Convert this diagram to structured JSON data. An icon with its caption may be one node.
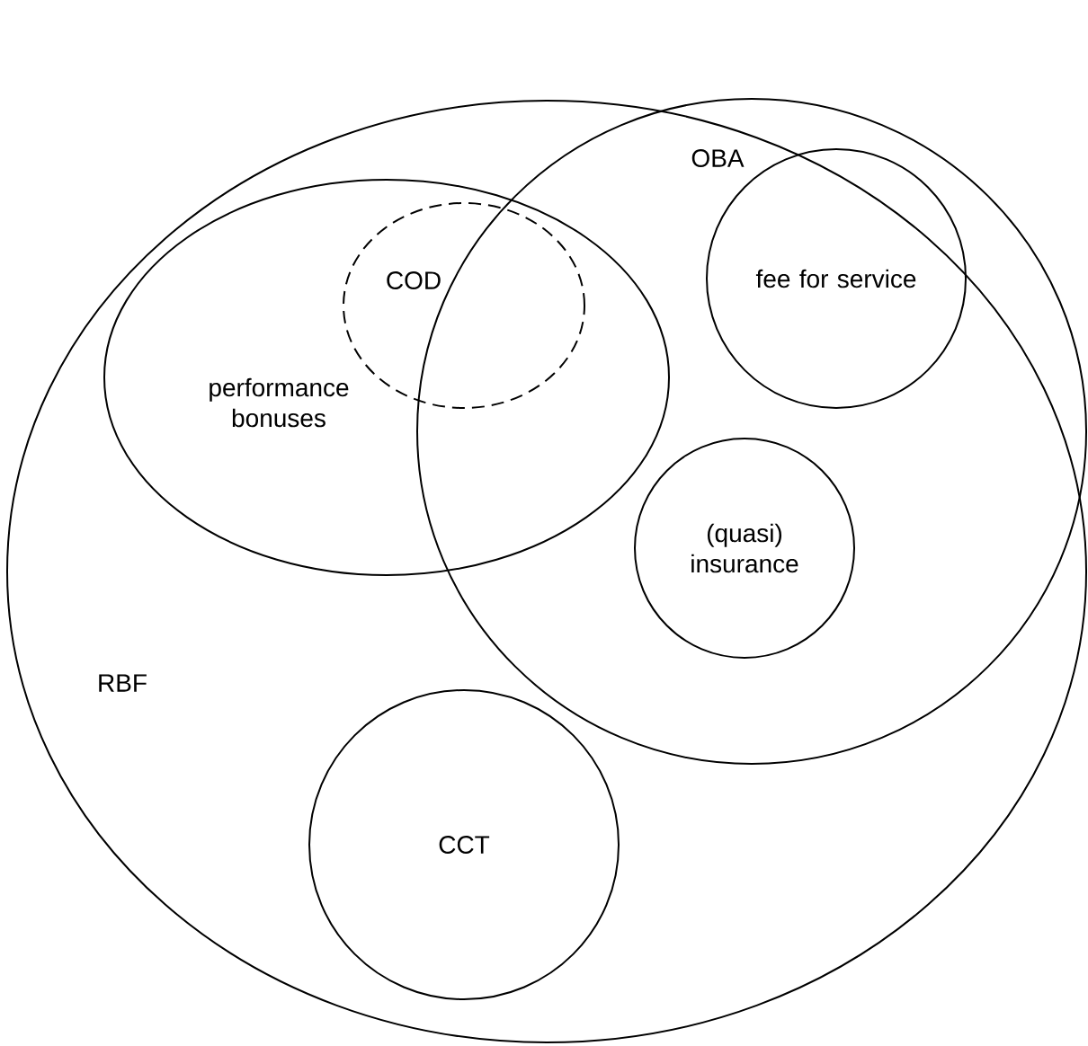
{
  "diagram": {
    "nodes": [
      {
        "text": [
          "RBF"
        ]
      },
      {
        "text": [
          "performance bonuses"
        ],
        "in": 0
      },
      {
        "text": [
          "COD"
        ],
        "in": 1
      },
      {
        "text": [
          "OBA"
        ],
        "in": 0
      },
      {
        "text": [
          "fee for service"
        ],
        "in": 3
      },
      {
        "text": [
          "(quasi) insurance"
        ],
        "in": 3
      },
      {
        "text": [
          "CCT"
        ],
        "in": 0
      }
    ]
  }
}
